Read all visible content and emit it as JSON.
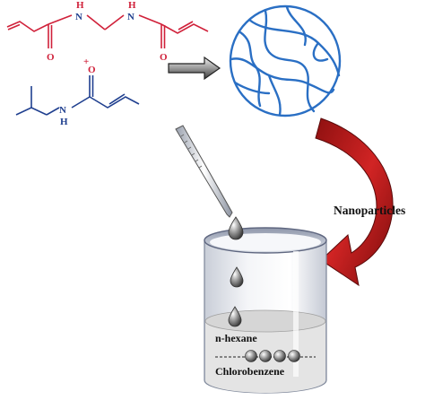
{
  "molecules": {
    "crosslinker": {
      "nh_left": "H",
      "n_left": "N",
      "nh_right": "H",
      "n_right": "N",
      "o_left": "O",
      "o_right": "O",
      "color": "#d0213a"
    },
    "plus": "+",
    "monomer": {
      "n": "N",
      "h": "H",
      "o": "O",
      "color": "#1f3f8f"
    }
  },
  "process": {
    "arrow_color": "#cc1f1f",
    "network_color": "#2a6fc4",
    "label": "Nanoparticles"
  },
  "beaker": {
    "top_layer": "n-hexane",
    "bottom_layer": "Chlorobenzene"
  }
}
